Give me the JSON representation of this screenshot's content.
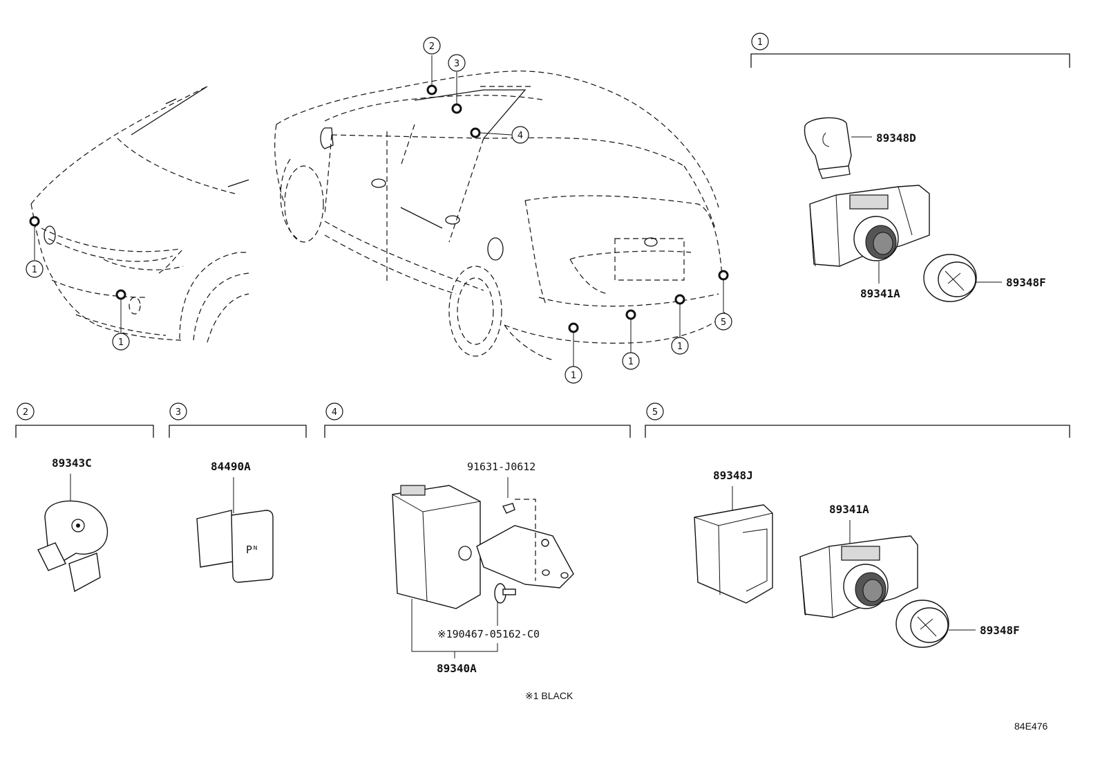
{
  "callouts": {
    "c1": "1",
    "c2": "2",
    "c3": "3",
    "c4": "4",
    "c5": "5"
  },
  "parts": {
    "p89348D": "89348D",
    "p89341A_top": "89341A",
    "p89348F_top": "89348F",
    "p89343C": "89343C",
    "p84490A": "84490A",
    "p91631": "91631-J0612",
    "p90467": "※190467-05162-C0",
    "p89340A": "89340A",
    "p89348J": "89348J",
    "p89341A_bottom": "89341A",
    "p89348F_bottom": "89348F"
  },
  "switch_text": "Pᴺ",
  "note": "※1 BLACK",
  "diagram_code": "84E476"
}
